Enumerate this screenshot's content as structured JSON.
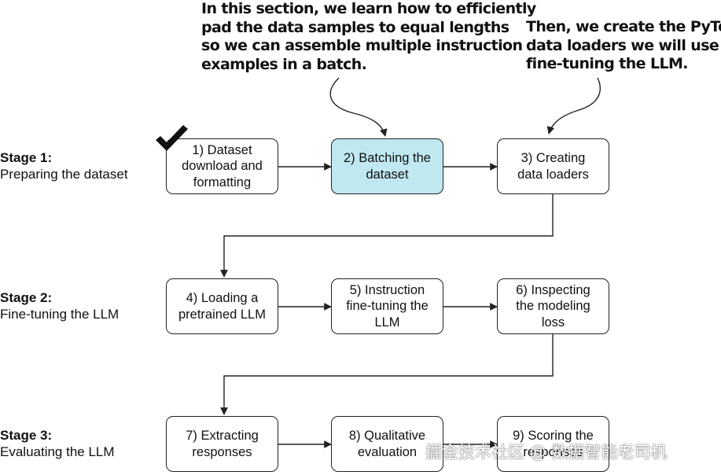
{
  "annotations": {
    "left": [
      "In this section, we learn how to efficiently",
      "pad the data samples to equal lengths",
      "so we can assemble multiple instruction",
      "examples in a batch."
    ],
    "right": [
      "Then, we create the PyTorch",
      "data loaders we will use for",
      "fine-tuning the LLM."
    ]
  },
  "stages": [
    {
      "title": "Stage 1:",
      "subtitle": "Preparing the dataset"
    },
    {
      "title": "Stage 2:",
      "subtitle": "Fine-tuning the LLM"
    },
    {
      "title": "Stage 3:",
      "subtitle": "Evaluating the LLM"
    }
  ],
  "steps": [
    {
      "label": "1) Dataset\ndownload and\nformatting",
      "completed": true
    },
    {
      "label": "2) Batching the\ndataset",
      "highlighted": true
    },
    {
      "label": "3) Creating\ndata loaders"
    },
    {
      "label": "4) Loading a\npretrained LLM"
    },
    {
      "label": "5) Instruction\nfine-tuning the\nLLM"
    },
    {
      "label": "6) Inspecting\nthe modeling\nloss"
    },
    {
      "label": "7) Extracting\nresponses"
    },
    {
      "label": "8) Qualitative\nevaluation"
    },
    {
      "label": "9) Scoring the\nresponses"
    }
  ],
  "colors": {
    "highlight": "#bfe8f1",
    "stroke": "#222222"
  },
  "icons": {
    "completed": "checkmark-icon"
  },
  "watermark": "掘金技术社区 @ 数据智能老司机"
}
